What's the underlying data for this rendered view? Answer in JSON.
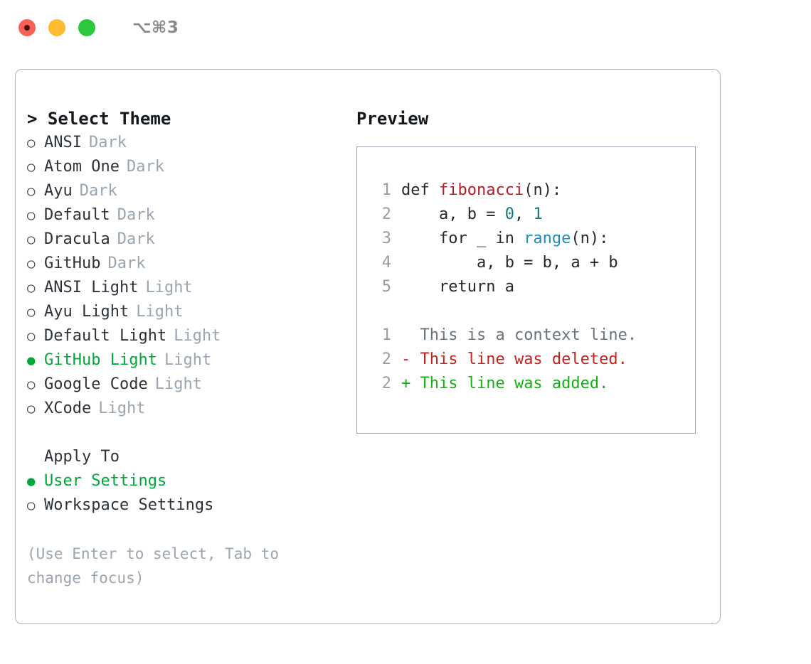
{
  "titlebar": {
    "shortcut": "⌥⌘3",
    "lights": [
      {
        "name": "close",
        "color": "#fb6058"
      },
      {
        "name": "minimize",
        "color": "#fdbc32"
      },
      {
        "name": "maximize",
        "color": "#2ac83a"
      }
    ]
  },
  "theme_panel": {
    "title": "> Select Theme",
    "bullet_selected": "●",
    "bullet_unselected": "○",
    "items": [
      {
        "label": "ANSI",
        "tag": "Dark",
        "selected": false
      },
      {
        "label": "Atom One",
        "tag": "Dark",
        "selected": false
      },
      {
        "label": "Ayu",
        "tag": "Dark",
        "selected": false
      },
      {
        "label": "Default",
        "tag": "Dark",
        "selected": false
      },
      {
        "label": "Dracula",
        "tag": "Dark",
        "selected": false
      },
      {
        "label": "GitHub",
        "tag": "Dark",
        "selected": false
      },
      {
        "label": "ANSI Light",
        "tag": "Light",
        "selected": false
      },
      {
        "label": "Ayu Light",
        "tag": "Light",
        "selected": false
      },
      {
        "label": "Default Light",
        "tag": "Light",
        "selected": false
      },
      {
        "label": "GitHub Light",
        "tag": "Light",
        "selected": true
      },
      {
        "label": "Google Code",
        "tag": "Light",
        "selected": false
      },
      {
        "label": "XCode",
        "tag": "Light",
        "selected": false
      }
    ]
  },
  "apply_to": {
    "heading": "Apply To",
    "items": [
      {
        "label": "User Settings",
        "selected": true
      },
      {
        "label": "Workspace Settings",
        "selected": false
      }
    ]
  },
  "hint": "(Use Enter to select, Tab to change focus)",
  "preview": {
    "title": "Preview",
    "code_lines": [
      {
        "no": "1",
        "tokens": [
          {
            "t": "def ",
            "c": "plain"
          },
          {
            "t": "fibonacci",
            "c": "fn"
          },
          {
            "t": "(n):",
            "c": "plain"
          }
        ]
      },
      {
        "no": "2",
        "tokens": [
          {
            "t": "    a, b = ",
            "c": "plain"
          },
          {
            "t": "0",
            "c": "num"
          },
          {
            "t": ", ",
            "c": "plain"
          },
          {
            "t": "1",
            "c": "num"
          }
        ]
      },
      {
        "no": "3",
        "tokens": [
          {
            "t": "    for _ in ",
            "c": "plain"
          },
          {
            "t": "range",
            "c": "bi"
          },
          {
            "t": "(n):",
            "c": "plain"
          }
        ]
      },
      {
        "no": "4",
        "tokens": [
          {
            "t": "        a, b = b, a + b",
            "c": "plain"
          }
        ]
      },
      {
        "no": "5",
        "tokens": [
          {
            "t": "    return a",
            "c": "plain"
          }
        ]
      }
    ],
    "diff_lines": [
      {
        "no": "1",
        "marker": " ",
        "text": "This is a context line.",
        "kind": "ctx"
      },
      {
        "no": "2",
        "marker": "-",
        "text": "This line was deleted.",
        "kind": "del"
      },
      {
        "no": "2",
        "marker": "+",
        "text": "This line was added.",
        "kind": "add"
      }
    ]
  },
  "colors": {
    "accent_green": "#00a83a",
    "muted": "#9aa5b1",
    "panel_border": "#9aa5b1",
    "dialog_border": "#aab4c2",
    "code_fn": "#b31d28",
    "code_num": "#0d7d7d",
    "code_builtin": "#1a8fc4",
    "diff_del": "#c4231e",
    "diff_add": "#13b313"
  }
}
